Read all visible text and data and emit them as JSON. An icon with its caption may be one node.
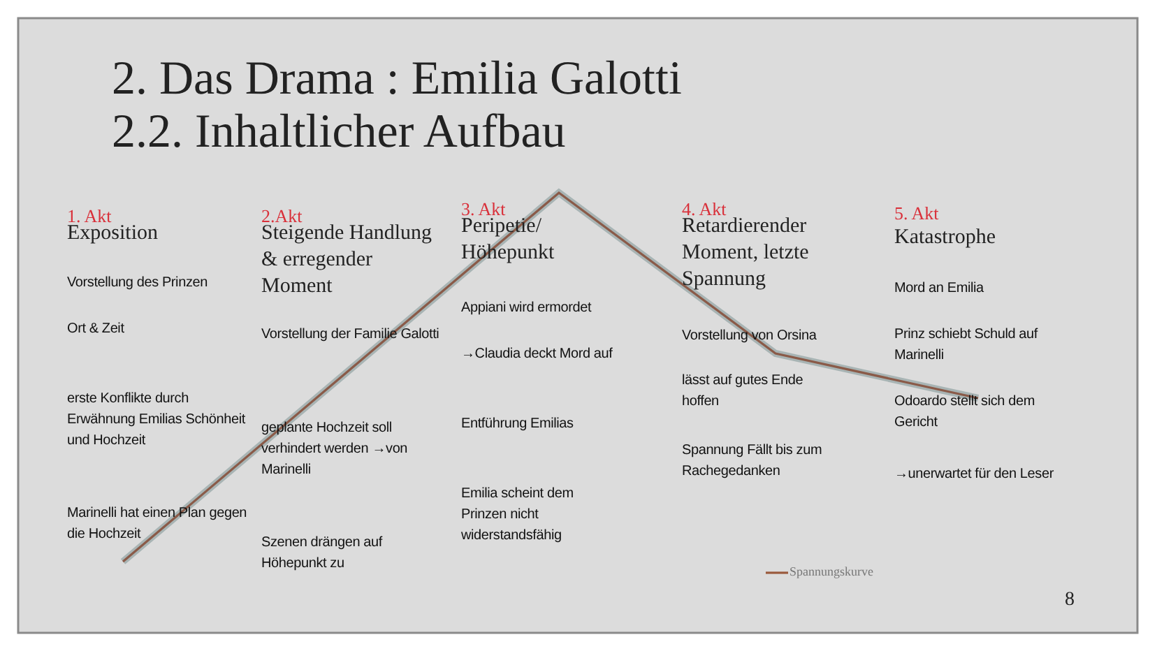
{
  "diagram": {
    "title": "2. Das Drama : Emilia Galotti",
    "labels": [
      "2.2. Inhaltlicher Aufbau",
      "1. Akt",
      "Exposition",
      "Vorstellung des Prinzen",
      "Ort & Zeit",
      "erste Konflikte durch Erwähnung Emilias Schönheit und Hochzeit",
      "Marinelli hat einen Plan gegen die Hochzeit",
      "2.Akt",
      "Steigende Handlung & erregender Moment",
      "Vorstellung der Familie Galotti",
      "geplante Hochzeit soll verhindert werden →von Marinelli",
      "Szenen drängen auf Höhepunkt zu",
      "3. Akt",
      "Peripetie/ Höhepunkt",
      "Appiani wird ermordet",
      "→Claudia deckt Mord auf",
      "Entführung Emilias",
      "Emilia scheint dem Prinzen nicht widerstandsfähig",
      "4. Akt",
      "Retardierender Moment, letzte Spannung",
      "Vorstellung von Orsina",
      "lässt auf gutes Ende hoffen",
      "Spannung Fällt bis zum Rachegedanken",
      "5. Akt",
      "Katastrophe",
      "Mord an Emilia",
      "Prinz schiebt Schuld auf Marinelli",
      "Odoardo stellt sich dem Gericht",
      "→unerwartet für den Leser",
      "8"
    ],
    "legend": [
      {
        "text": "Spannungskurve"
      }
    ]
  }
}
